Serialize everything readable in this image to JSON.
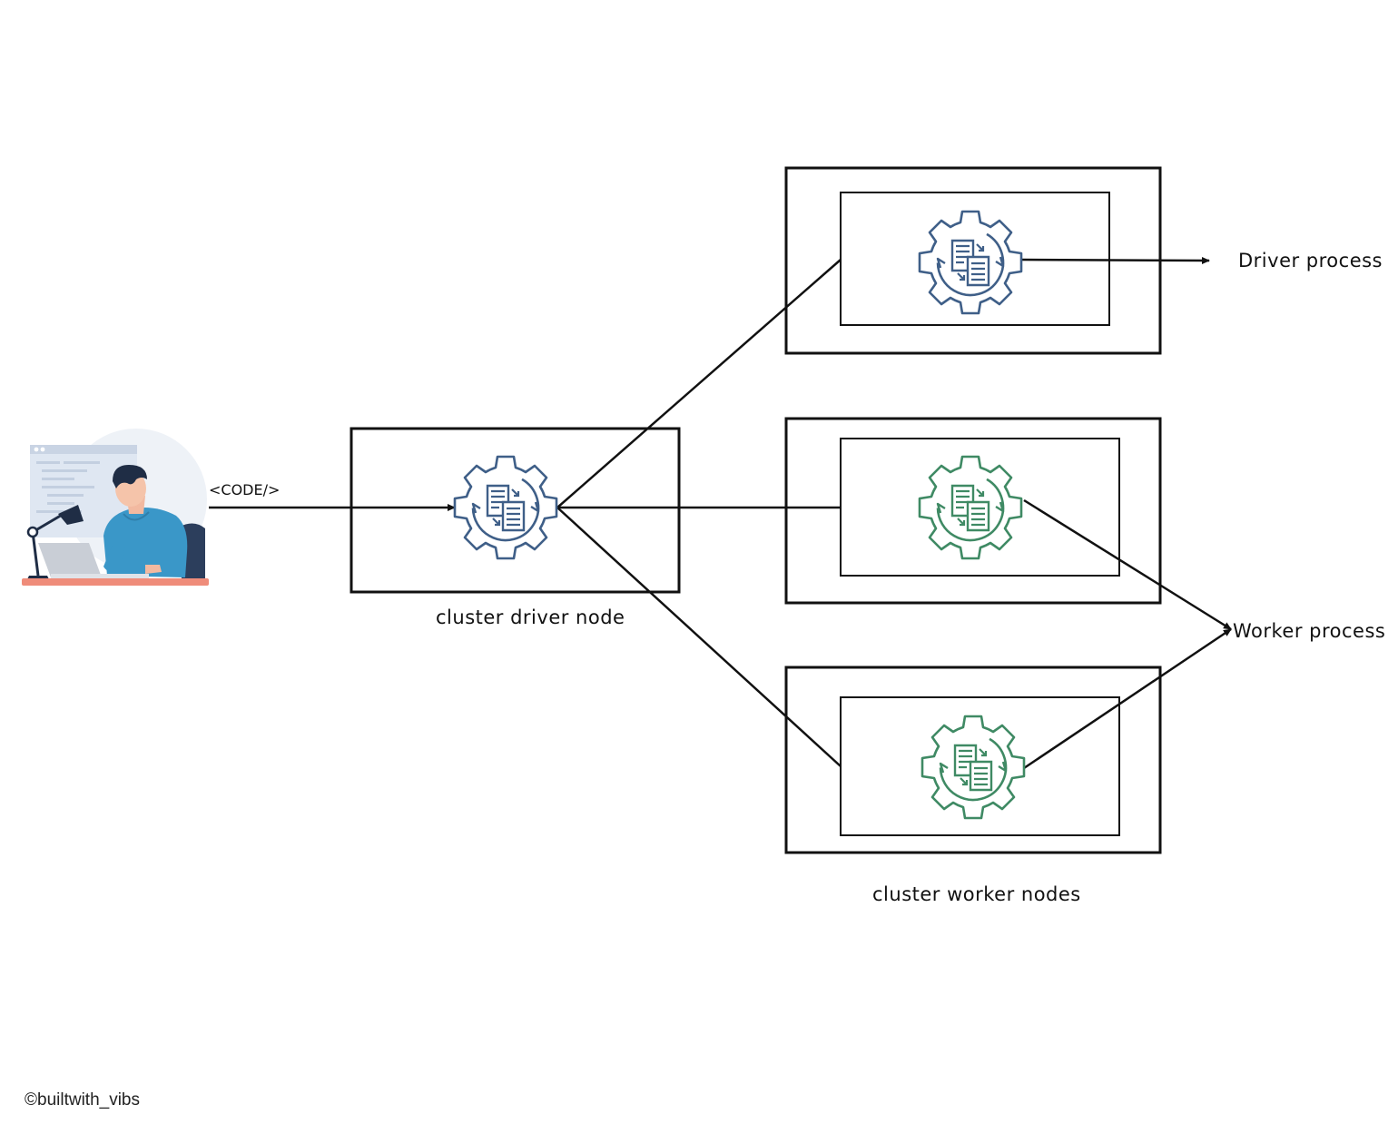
{
  "code_label": "<CODE/>",
  "driver_node_label": "cluster driver node",
  "worker_nodes_label": "cluster worker nodes",
  "driver_process_label": "Driver process",
  "worker_process_label": "Worker process",
  "credit": "©builtwith_vibs",
  "icons": {
    "developer": "developer-at-laptop-icon",
    "process": "gear-documents-icon"
  },
  "colors": {
    "driver_process": "#3f5f88",
    "worker_process": "#3f8a64",
    "person_shirt": "#3a97c8",
    "desk": "#ef8c7a",
    "lines": "#111111"
  }
}
